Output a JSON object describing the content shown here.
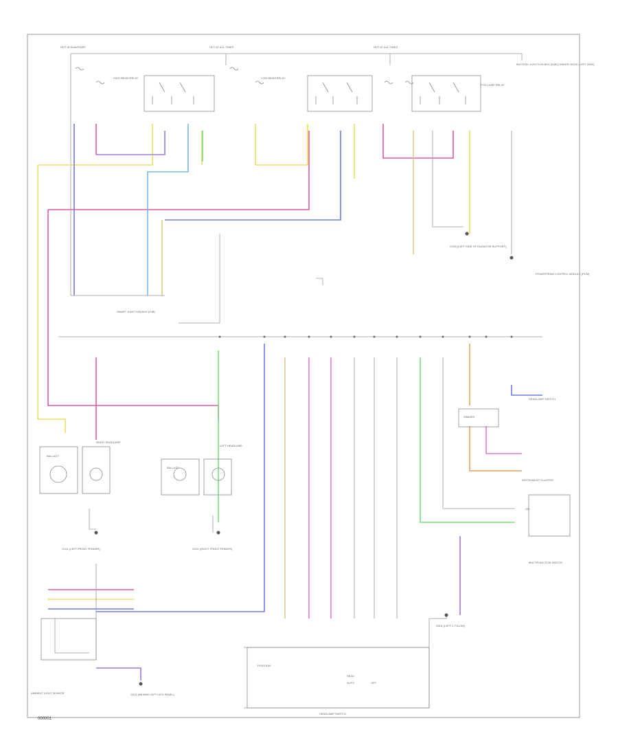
{
  "page": {
    "footer_code": "000001"
  },
  "fuses": [
    {
      "id": "f1",
      "label": "HOT IN RUN/START"
    },
    {
      "id": "f2",
      "label": "HOT AT ALL TIMES"
    },
    {
      "id": "f3",
      "label": "HOT AT ALL TIMES"
    }
  ],
  "fuse_box_note": "BATTERY JUNCTION BOX (BJB) (UNDER HOOD, LEFT SIDE)",
  "relays": [
    {
      "id": "r1",
      "label": "HIGH BEAM RELAY"
    },
    {
      "id": "r2",
      "label": "LOW BEAM RELAY"
    },
    {
      "id": "r3",
      "label": "FOG LAMP RELAY"
    }
  ],
  "grounds": [
    {
      "id": "g1",
      "label": "G101 (LEFT FRONT FENDER)"
    },
    {
      "id": "g2",
      "label": "G102 (RIGHT FRONT FENDER)"
    },
    {
      "id": "g3",
      "label": "G103 (LEFT SIDE OF RADIATOR SUPPORT)"
    },
    {
      "id": "g4",
      "label": "G201 (BEHIND LEFT KICK PANEL)"
    },
    {
      "id": "g5",
      "label": "G301 (LEFT C PILLAR)"
    }
  ],
  "modules": {
    "smart_junction_box": "SMART JUNCTION BOX (SJB)",
    "headlamp_switch": "HEADLAMP SWITCH",
    "multifunction_switch": "MULTIFUNCTION SWITCH",
    "ambient_light_sensor": "AMBIENT LIGHT SENSOR",
    "instrument_cluster": "INSTRUMENT CLUSTER",
    "powertrain_module": "POWERTRAIN CONTROL MODULE (PCM)",
    "dimmer_module": "DIMMER",
    "right_headlamp": "RIGHT HEADLAMP",
    "left_headlamp": "LEFT HEADLAMP",
    "ballast_1": "BALLAST",
    "ballast_2": "BALLAST",
    "headlamp_switch_panel": "HEADLAMP SWITCH"
  },
  "switch_labels": {
    "position": "POSITION",
    "auto": "AUTO",
    "off": "OFF",
    "on": "ON",
    "head": "HEAD"
  },
  "wire_colors": {
    "yellow": "#e8e060",
    "pink": "#e05a9a",
    "blue": "#6f78e8",
    "violet": "#9a7ae0",
    "green": "#7ad97a",
    "orange": "#e8a05a",
    "tan": "#d8cf8a",
    "gray": "#b8b8b8",
    "light_blue": "#7ab8e8",
    "black": "#333333"
  }
}
